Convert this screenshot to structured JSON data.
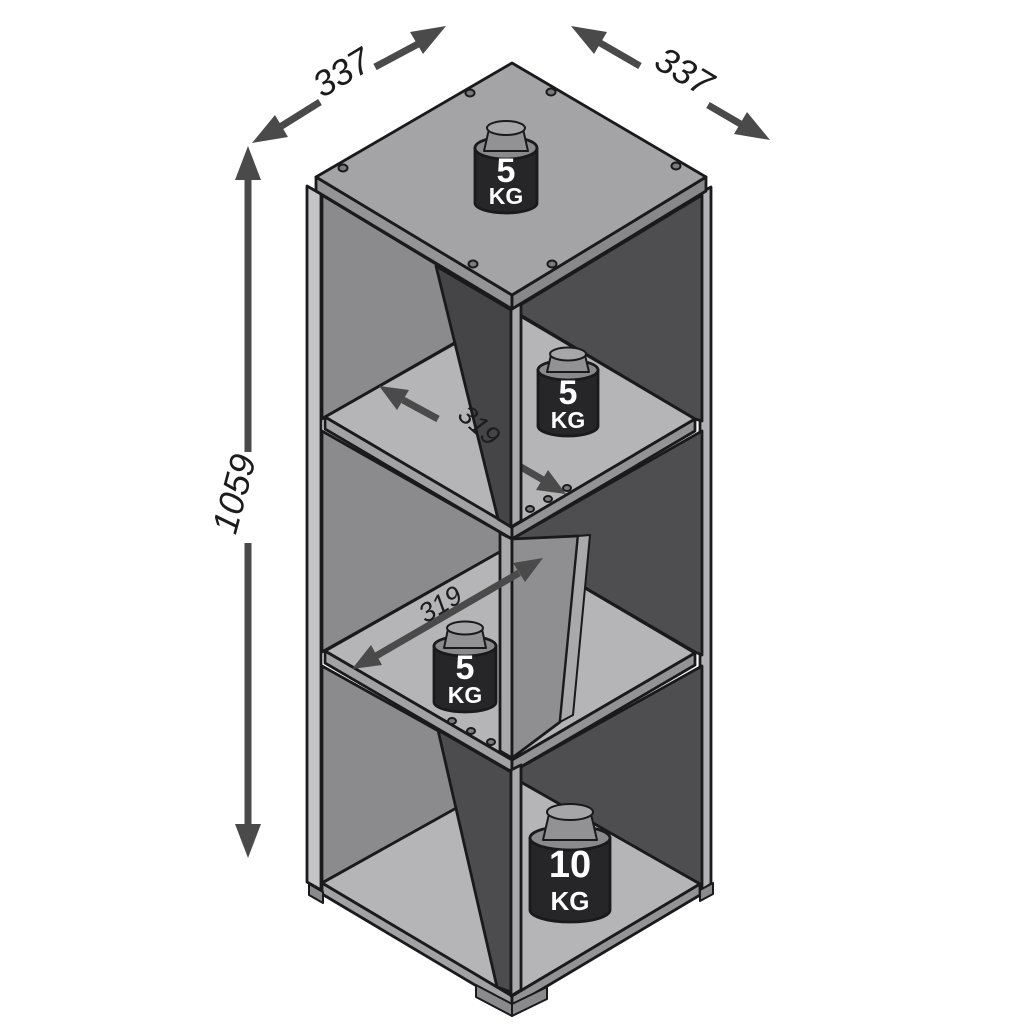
{
  "diagram": {
    "dimensions": {
      "width_left": "337",
      "width_right": "337",
      "height": "1059",
      "inner_width_upper": "319",
      "inner_width_lower": "319"
    },
    "weights": {
      "top": {
        "value": "5",
        "unit": "KG"
      },
      "upper_shelf": {
        "value": "5",
        "unit": "KG"
      },
      "lower_shelf": {
        "value": "5",
        "unit": "KG"
      },
      "bottom": {
        "value": "10",
        "unit": "KG"
      }
    },
    "colors": {
      "background": "#ffffff",
      "outline": "#1a1a1d",
      "top_face": "#a4a4a7",
      "shelf_face": "#b5b5b8",
      "left_wall": "#8b8b8e",
      "right_wall": "#4e4e51",
      "divider_dark": "#454548",
      "divider_light": "#8f8f92",
      "weight_body": "#262629",
      "dimension_arrow": "#4a4a4a"
    }
  }
}
